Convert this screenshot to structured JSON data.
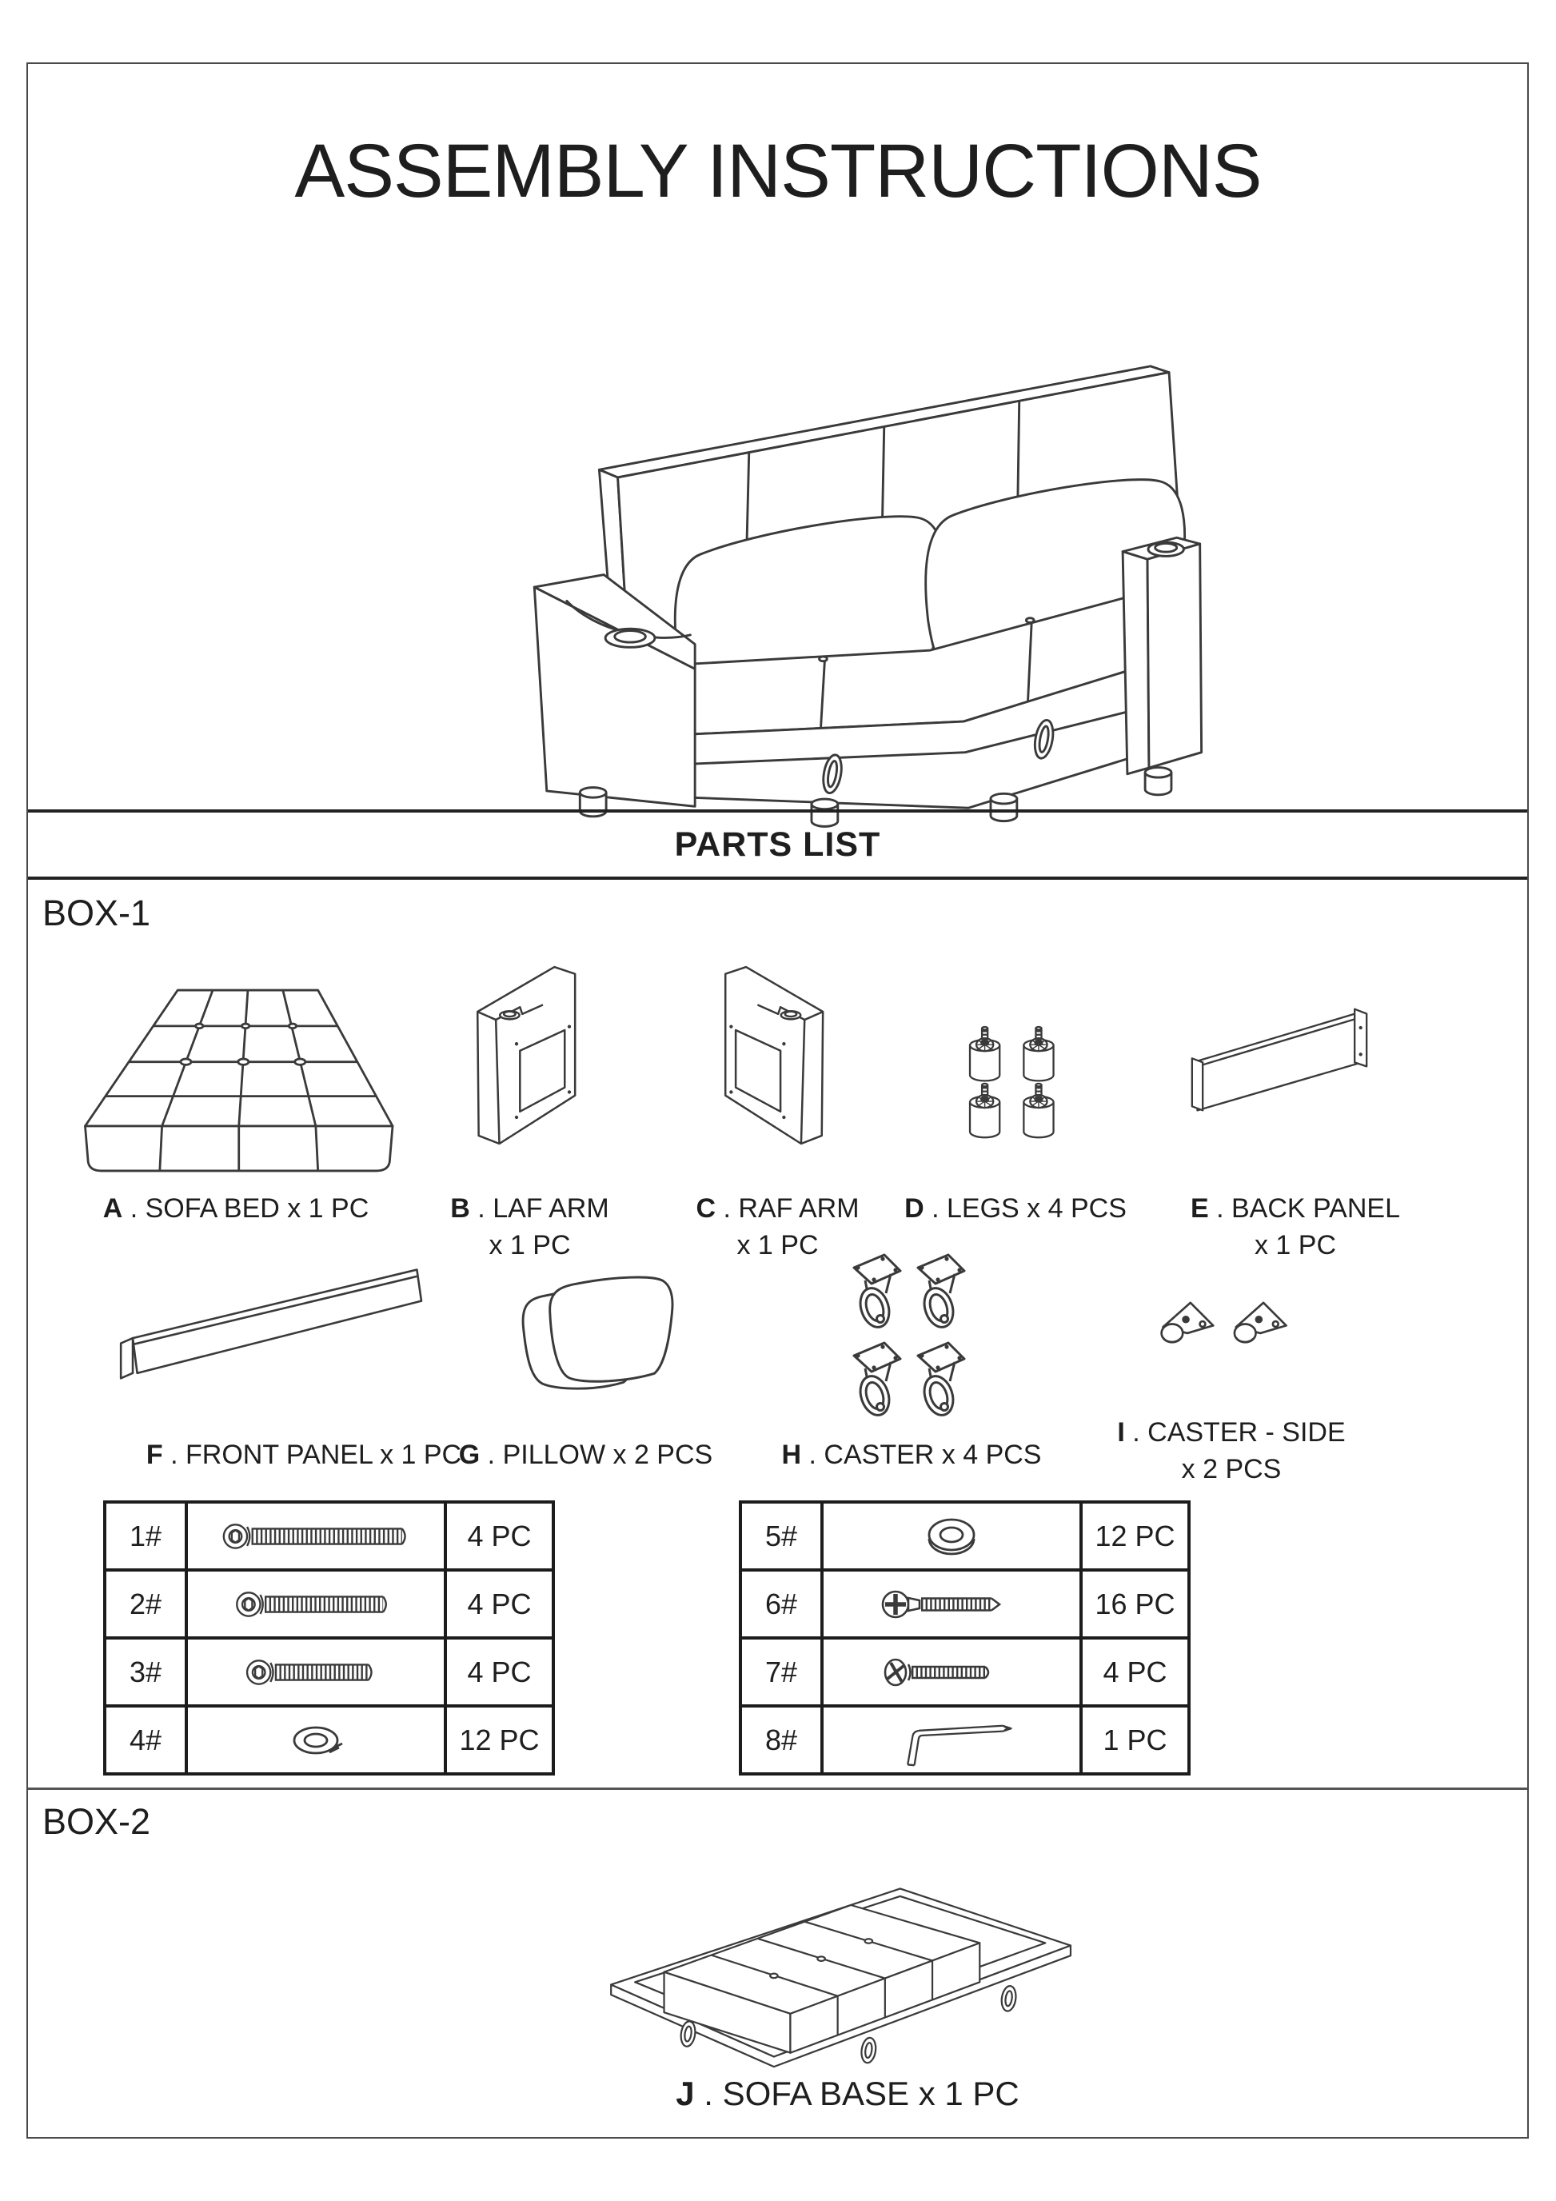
{
  "page": {
    "title": "ASSEMBLY INSTRUCTIONS",
    "parts_list_heading": "PARTS LIST"
  },
  "sections": {
    "box1": {
      "label": "BOX-1"
    },
    "box2": {
      "label": "BOX-2"
    }
  },
  "parts": {
    "a": {
      "letter": "A",
      "rest": " . SOFA BED x 1 PC",
      "figure": "sofa-bed-mattress"
    },
    "b": {
      "letter": "B",
      "rest": " . LAF ARM",
      "line2": "x 1 PC",
      "figure": "left-arm-panel"
    },
    "c": {
      "letter": "C",
      "rest": " . RAF ARM",
      "line2": "x 1 PC",
      "figure": "right-arm-panel"
    },
    "d": {
      "letter": "D",
      "rest": " . LEGS x 4 PCS",
      "figure": "cylinder-legs"
    },
    "e": {
      "letter": "E",
      "rest": " . BACK PANEL",
      "line2": "x 1 PC",
      "figure": "back-panel"
    },
    "f": {
      "letter": "F",
      "rest": " . FRONT PANEL x 1 PC",
      "figure": "front-panel"
    },
    "g": {
      "letter": "G",
      "rest": " . PILLOW x 2 PCS",
      "figure": "pillows"
    },
    "h": {
      "letter": "H",
      "rest": " . CASTER x 4 PCS",
      "figure": "casters"
    },
    "i": {
      "letter": "I",
      "rest": " . CASTER - SIDE",
      "line2": "x 2 PCS",
      "figure": "side-casters"
    },
    "j": {
      "letter": "J",
      "rest": " . SOFA BASE x 1 PC",
      "figure": "sofa-base"
    }
  },
  "hardware": {
    "left": {
      "rows": [
        {
          "no": "1#",
          "qty": "4 PC",
          "icon": "hex-socket-bolt-long"
        },
        {
          "no": "2#",
          "qty": "4 PC",
          "icon": "hex-socket-bolt-medium"
        },
        {
          "no": "3#",
          "qty": "4 PC",
          "icon": "hex-socket-bolt-short"
        },
        {
          "no": "4#",
          "qty": "12 PC",
          "icon": "spring-washer"
        }
      ]
    },
    "right": {
      "rows": [
        {
          "no": "5#",
          "qty": "12 PC",
          "icon": "flat-washer"
        },
        {
          "no": "6#",
          "qty": "16 PC",
          "icon": "phillips-flat-head-screw"
        },
        {
          "no": "7#",
          "qty": "4 PC",
          "icon": "phillips-pan-head-screw"
        },
        {
          "no": "8#",
          "qty": "1 PC",
          "icon": "allen-key"
        }
      ]
    }
  },
  "colors": {
    "line": "#3a3a3a",
    "border": "#1c1c1c",
    "text": "#1e1e1e"
  }
}
